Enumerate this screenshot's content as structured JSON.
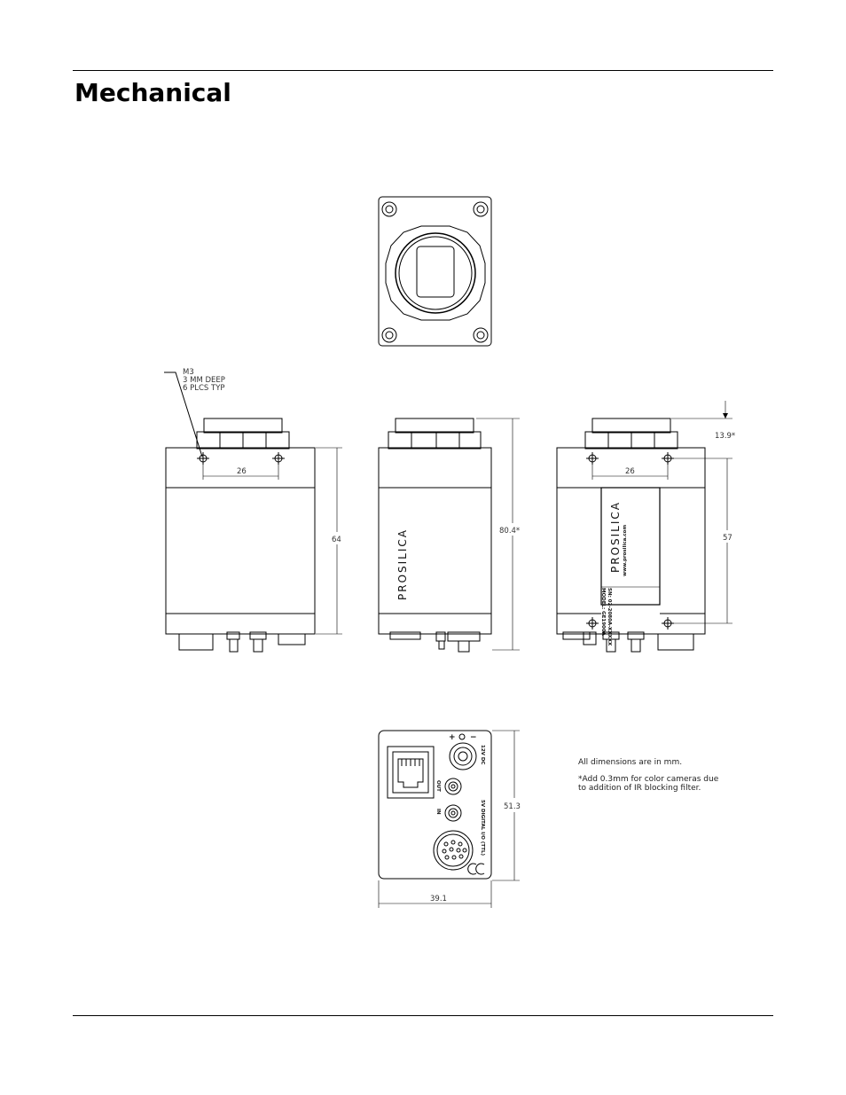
{
  "page": {
    "title": "Mechanical"
  },
  "callout": {
    "line1": "M3",
    "line2": "3 MM DEEP",
    "line3": "6 PLCS TYP"
  },
  "dimensions": {
    "hole_spacing_side": "26",
    "height_side": "64",
    "length_total": "80.4*",
    "hole_spacing_top": "26",
    "lens_offset": "13.9*",
    "hole_spacing_vertical": "57",
    "back_height": "51.3",
    "back_width": "39.1"
  },
  "labels": {
    "brand": "PROSILICA",
    "website": "www.prosilica.com",
    "model": "MODEL: GE1900A",
    "serial": "SN: 02-2080A-XXXXX",
    "out": "OUT",
    "in": "IN",
    "dc": "12V DC",
    "io": "5V DIGITAL I/O (TTL)",
    "plus": "+",
    "minus": "−"
  },
  "notes": {
    "units": "All dimensions are in mm.",
    "color_line1": "*Add 0.3mm for color cameras due",
    "color_line2": "to addition of IR blocking filter."
  }
}
